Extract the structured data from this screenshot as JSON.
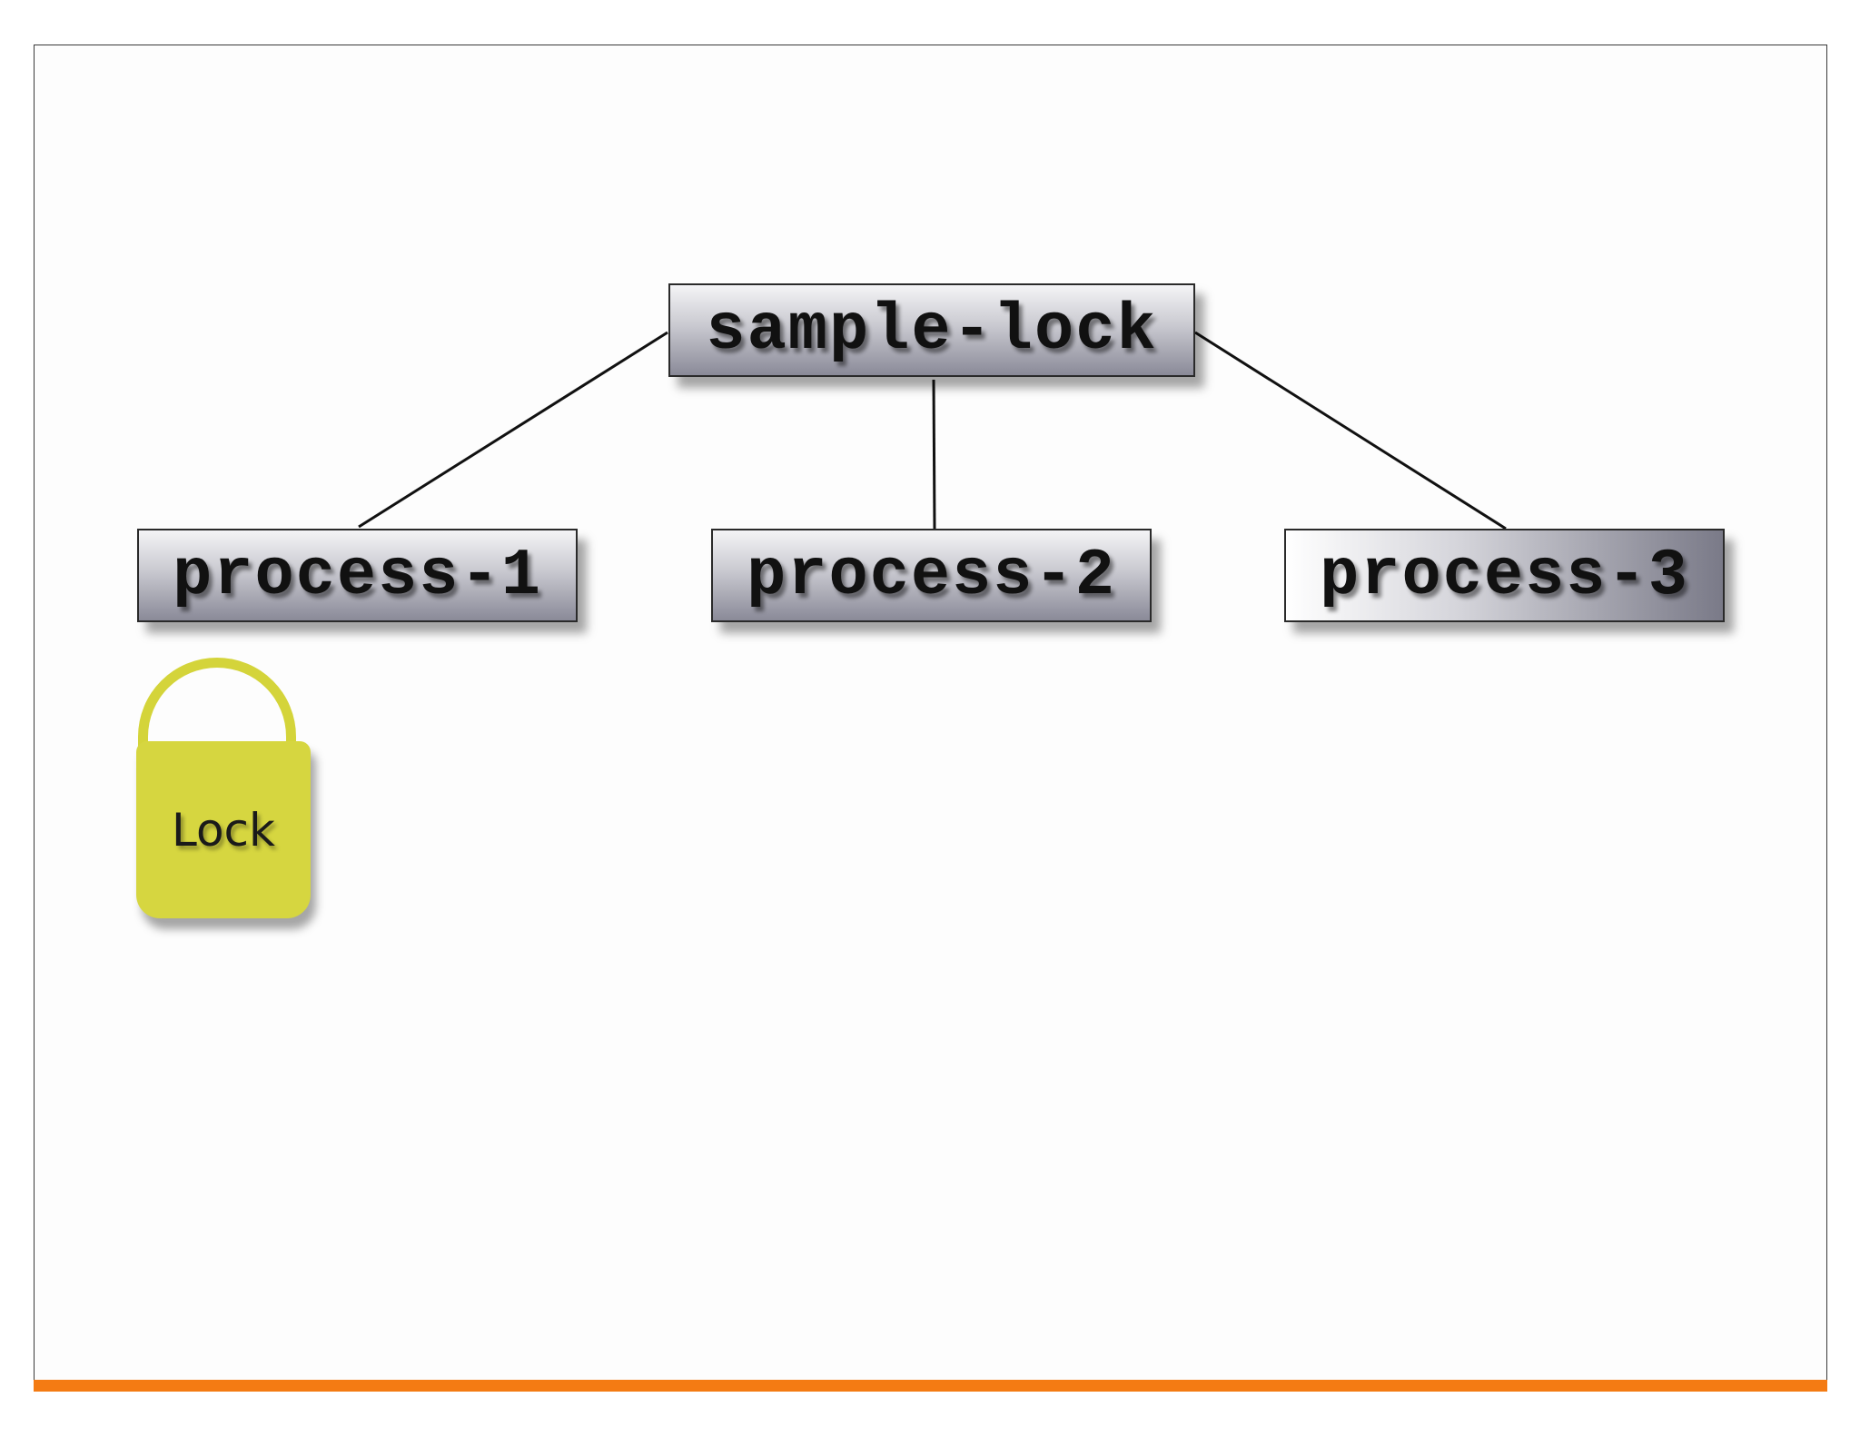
{
  "diagram": {
    "root": {
      "label": "sample-lock"
    },
    "children": [
      {
        "label": "process-1"
      },
      {
        "label": "process-2"
      },
      {
        "label": "process-3"
      }
    ],
    "lock": {
      "label": "Lock",
      "color": "#d6d640",
      "icon": "padlock-icon"
    }
  },
  "colors": {
    "accent_bar": "#f47b13",
    "node_border": "#2a2a2a",
    "connector": "#111111"
  }
}
